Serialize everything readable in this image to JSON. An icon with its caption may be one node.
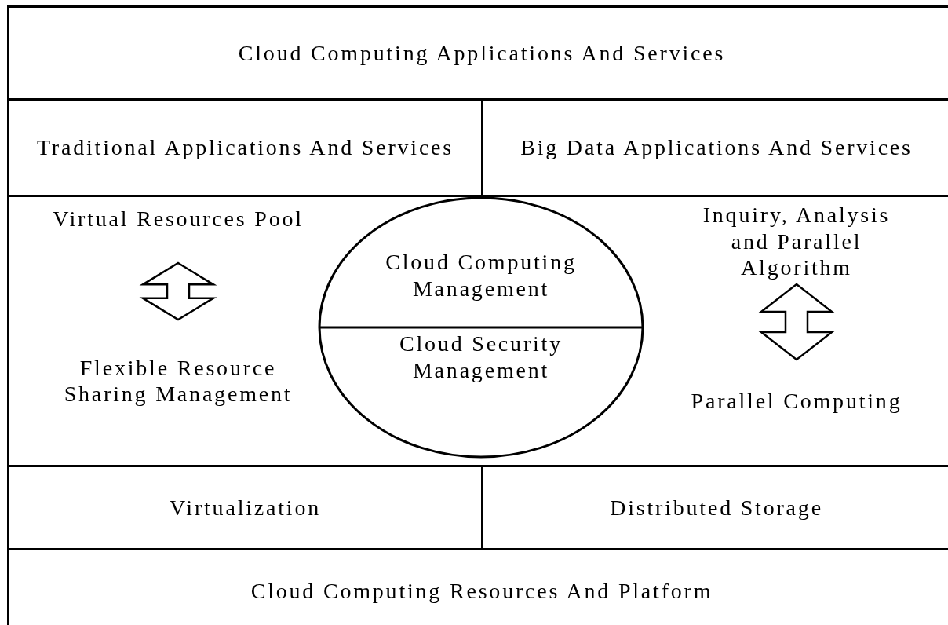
{
  "diagram": {
    "nodes": [
      {
        "text": [
          "Cloud Computing Applications And Services"
        ]
      },
      {
        "text": [
          "Traditional Applications And Services"
        ]
      },
      {
        "text": [
          "Big Data Applications And Services"
        ]
      },
      {
        "text": [],
        "shape": "box"
      },
      {
        "text": [
          "Virtual Resources Pool"
        ],
        "in": 3
      },
      {
        "text": [
          "Flexible Resource Sharing Management"
        ],
        "in": 3
      },
      {
        "text": [
          "Cloud Computing Management",
          "Cloud Security Management"
        ],
        "in": 3
      },
      {
        "text": [
          "Inquiry, Analysis and Parallel Algorithm"
        ],
        "in": 3
      },
      {
        "text": [
          "Parallel Computing"
        ],
        "in": 3
      },
      {
        "text": [
          "Virtualization"
        ]
      },
      {
        "text": [
          "Distributed Storage"
        ]
      },
      {
        "text": [
          "Cloud Computing Resources And Platform"
        ]
      }
    ],
    "edges": [
      {
        "from": 4,
        "to": 5,
        "arrow": "both"
      },
      {
        "from": 7,
        "to": 8,
        "arrow": "both"
      }
    ]
  }
}
